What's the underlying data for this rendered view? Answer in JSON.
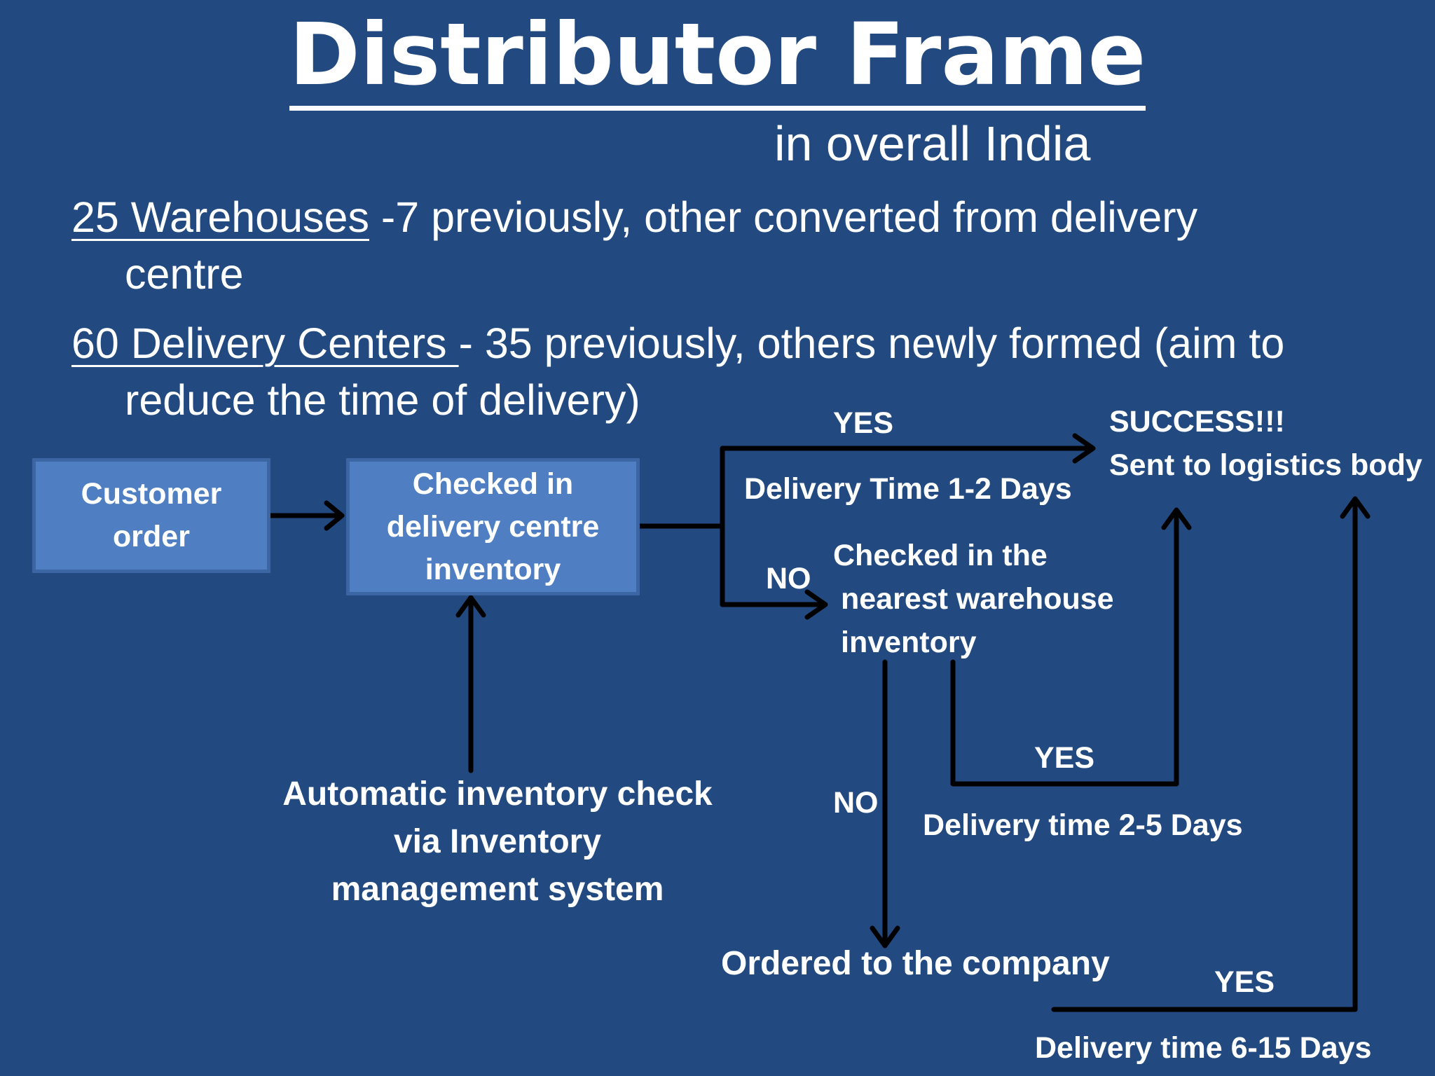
{
  "slide": {
    "title": "Distributor Frame",
    "subtitle": "in overall India",
    "bullets": [
      {
        "lead": "25 Warehouses",
        "rest": " -7 previously, other converted from delivery",
        "cont": "centre"
      },
      {
        "lead": "60 Delivery Centers ",
        "rest": "- 35 previously, others newly formed (aim to",
        "cont": "reduce the time of delivery)"
      }
    ]
  },
  "flow": {
    "customer_order": [
      "Customer",
      "order"
    ],
    "checked_delivery_centre": [
      "Checked in",
      "delivery centre",
      "inventory"
    ],
    "auto_check": [
      "Automatic inventory check",
      "via Inventory",
      "management system"
    ],
    "yes_1": "YES",
    "delivery_time_1": "Delivery Time 1-2 Days",
    "no_1": "NO",
    "checked_warehouse": [
      "Checked in the",
      "nearest warehouse",
      "inventory"
    ],
    "success": [
      "SUCCESS!!!",
      "Sent to logistics body"
    ],
    "yes_2": "YES",
    "delivery_time_2": "Delivery time 2-5 Days",
    "no_2": "NO",
    "ordered_company": "Ordered to the company",
    "yes_3": "YES",
    "delivery_time_3": "Delivery time 6-15 Days"
  },
  "colors": {
    "background": "#224a80",
    "box_fill": "#4f7fc2",
    "box_border": "#3c66a3",
    "text": "#ffffff",
    "arrows": "#000000"
  }
}
